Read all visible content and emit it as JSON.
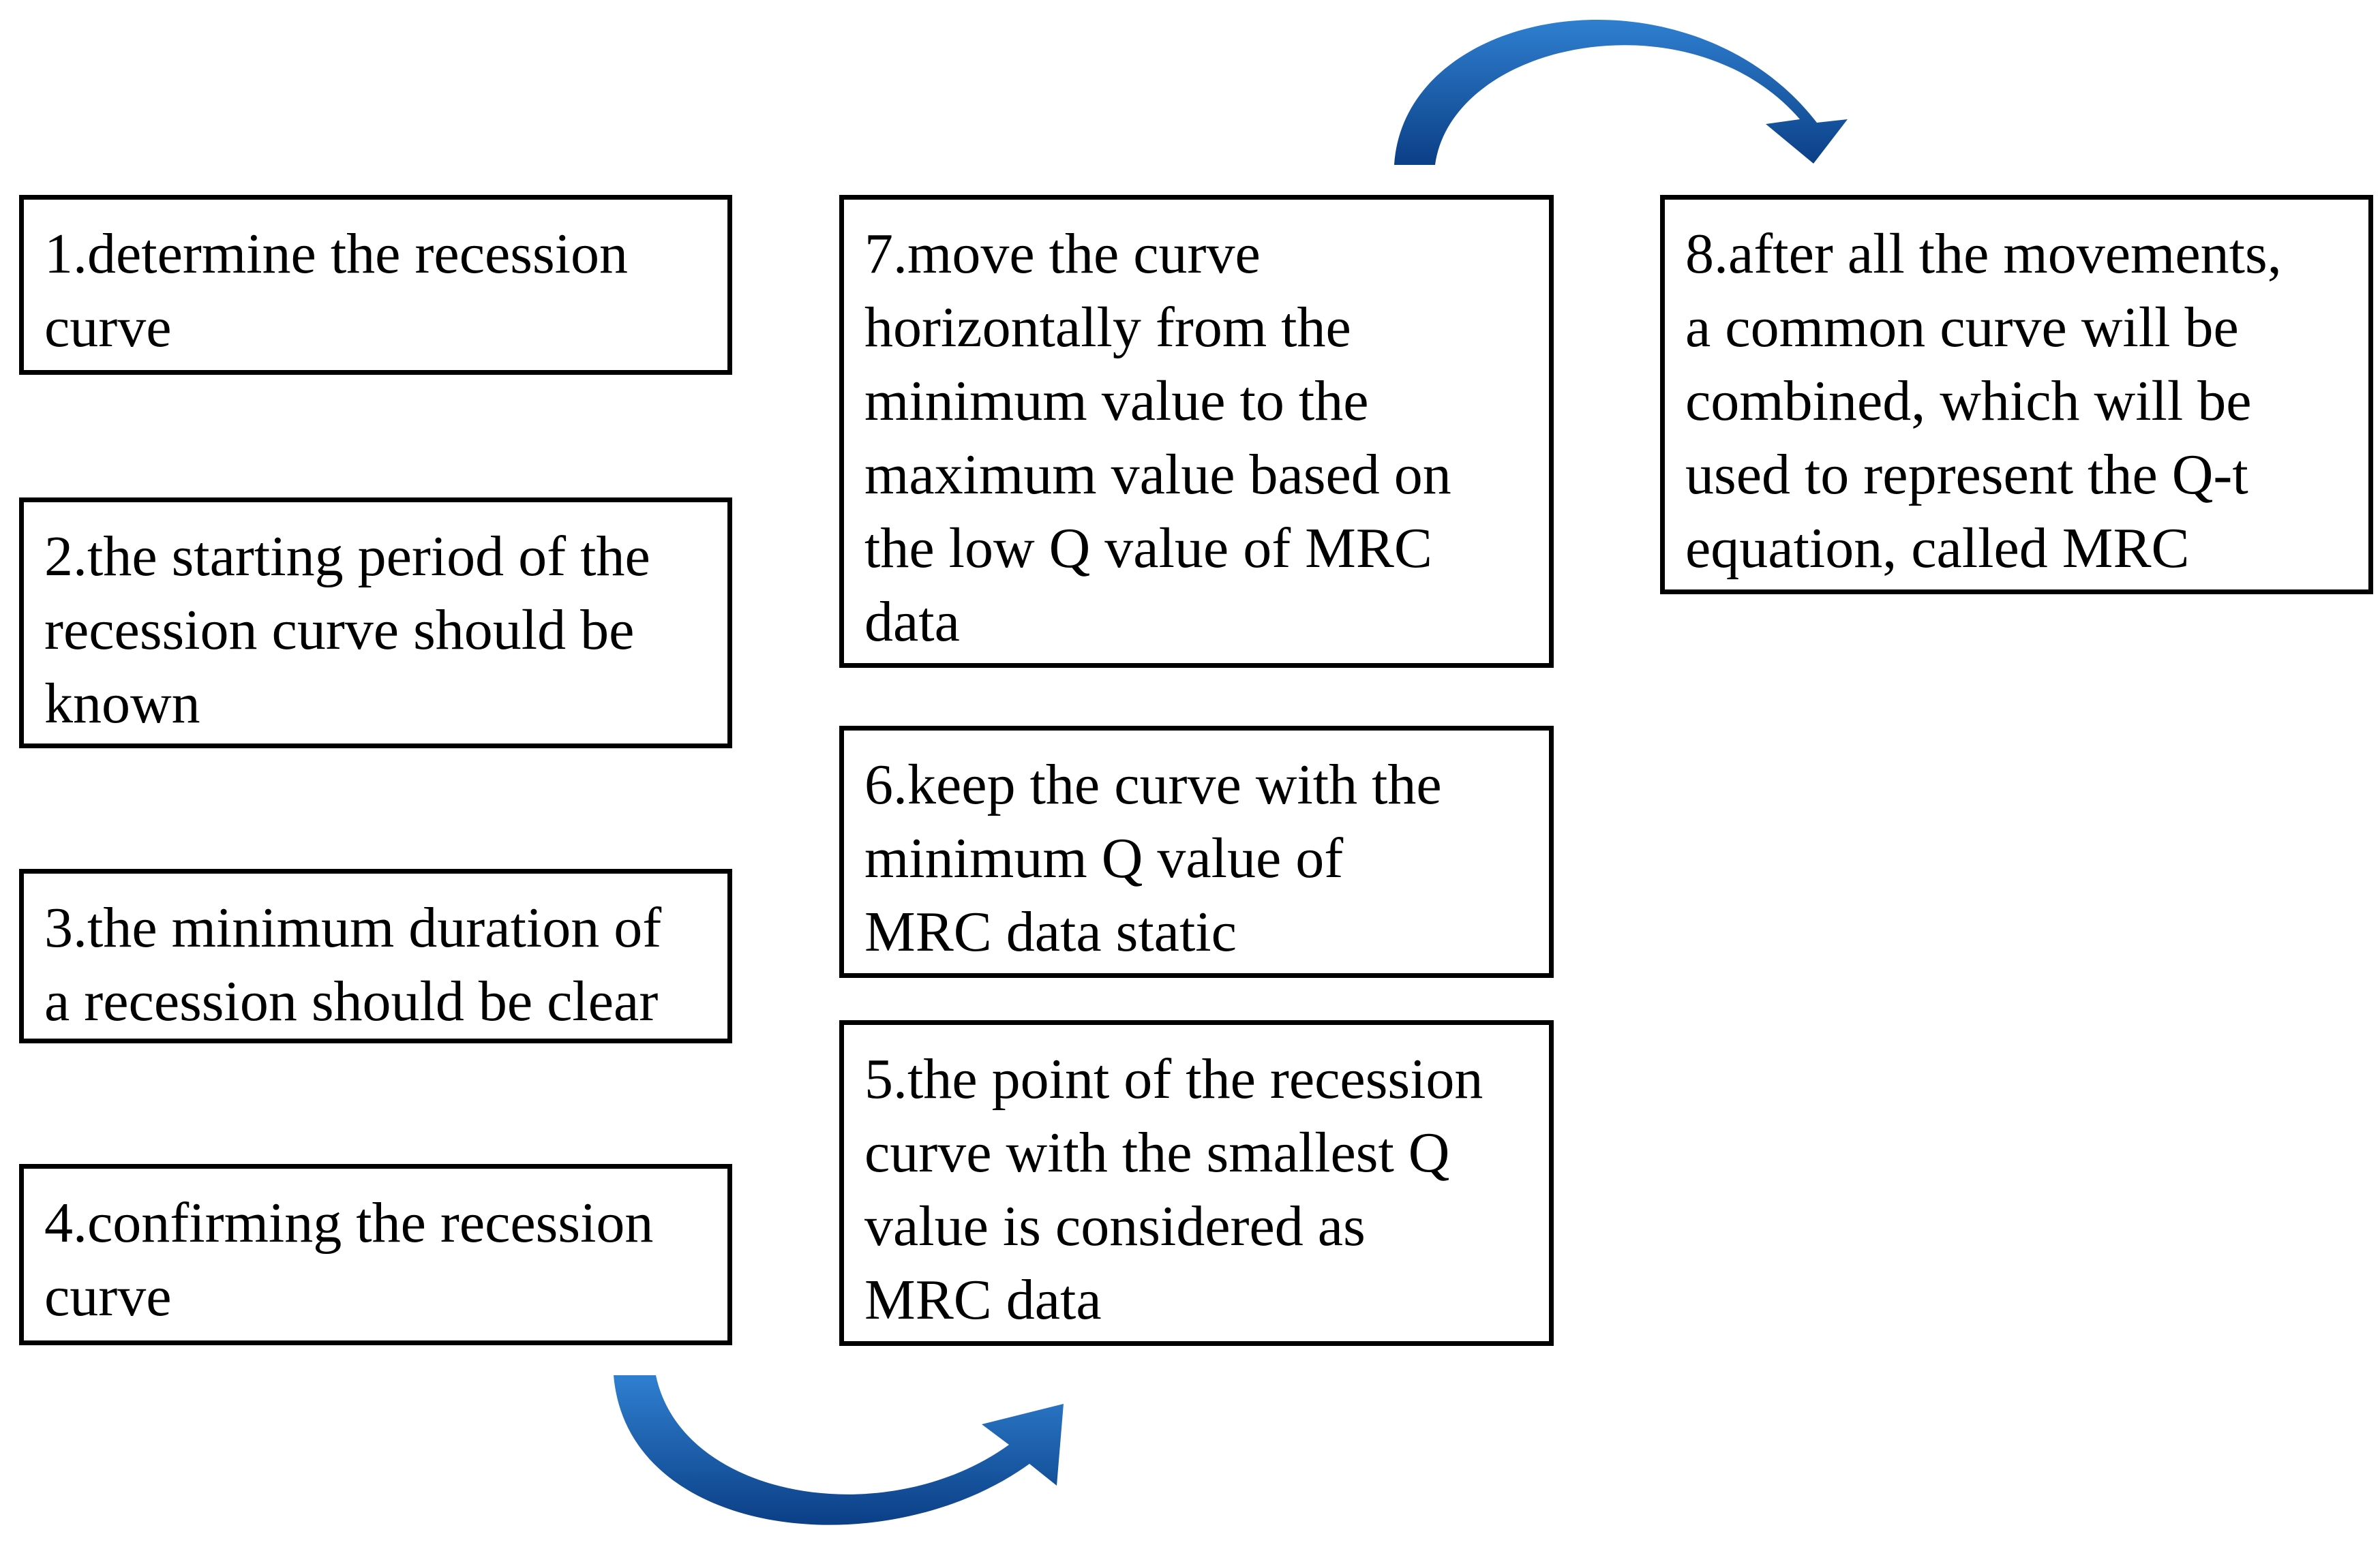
{
  "steps": {
    "s1": "1.determine the recession\ncurve",
    "s2": "2.the starting period of the\nrecession curve should be\nknown",
    "s3": "3.the minimum duration of\na recession should be clear",
    "s4": "4.confirming the recession\ncurve",
    "s5": "5.the point of the recession\ncurve with the smallest Q\nvalue is considered as\nMRC data",
    "s6": "6.keep the curve with the\nminimum Q value of\nMRC data static",
    "s7": "7.move the curve\nhorizontally from the\nminimum value to the\nmaximum value based on\nthe low Q value of MRC\ndata",
    "s8": "8.after all the movements,\na common curve will be\ncombined, which will be\nused to represent the Q-t\nequation, called MRC"
  },
  "colors": {
    "arrow_light": "#2f7fd0",
    "arrow_dark": "#0b3f86",
    "border": "#000000"
  },
  "icons": {
    "bottom_arrow": "curved-arrow-icon",
    "top_arrow": "curved-arrow-icon"
  }
}
